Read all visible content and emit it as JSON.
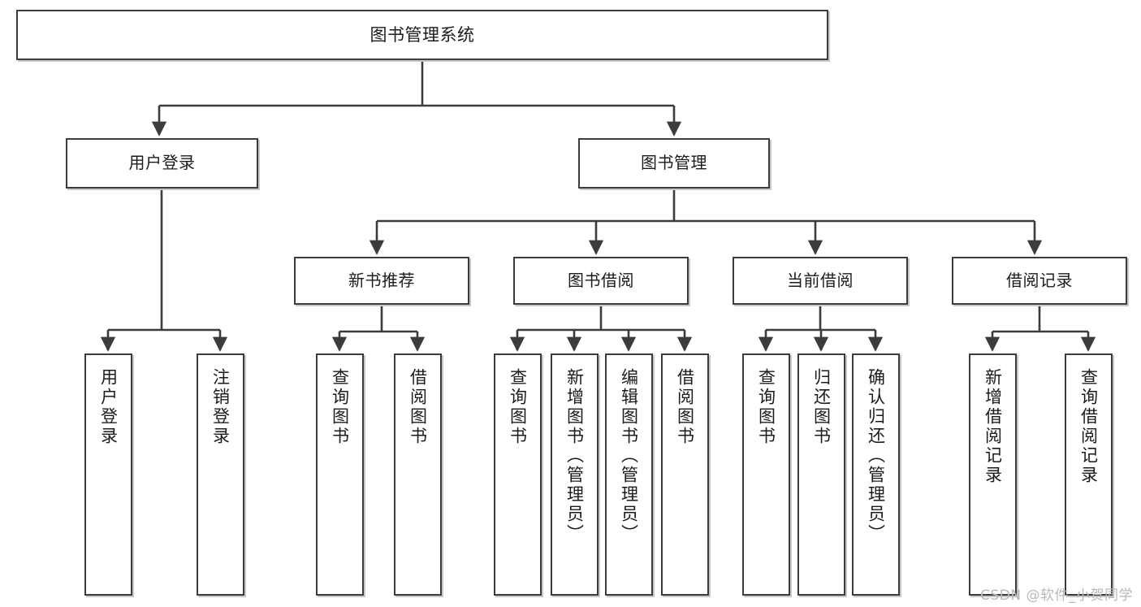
{
  "diagram": {
    "type": "tree",
    "title": "图书管理系统",
    "orientation": "top-down",
    "colors": {
      "background": "#ffffff",
      "node_border": "#3c3c3c",
      "node_fill": "#ffffff",
      "connector": "#3c3c3c",
      "text": "#1b1b1b",
      "watermark": "#b9b9b9"
    }
  },
  "root": {
    "label": "图书管理系统"
  },
  "tier1": [
    {
      "label": "用户登录"
    },
    {
      "label": "图书管理"
    }
  ],
  "tier2": [
    {
      "label": "新书推荐"
    },
    {
      "label": "图书借阅"
    },
    {
      "label": "当前借阅"
    },
    {
      "label": "借阅记录"
    }
  ],
  "leaves": {
    "user_login": [
      {
        "label": "用户登录"
      },
      {
        "label": "注销登录"
      }
    ],
    "new_book_recommend": [
      {
        "label": "查询图书"
      },
      {
        "label": "借阅图书"
      }
    ],
    "book_borrow": [
      {
        "label": "查询图书"
      },
      {
        "label": "新增图书（管理员）"
      },
      {
        "label": "编辑图书（管理员）"
      },
      {
        "label": "借阅图书"
      }
    ],
    "current_borrow": [
      {
        "label": "查询图书"
      },
      {
        "label": "归还图书"
      },
      {
        "label": "确认归还（管理员）"
      }
    ],
    "borrow_record": [
      {
        "label": "新增借阅记录"
      },
      {
        "label": "查询借阅记录"
      }
    ]
  },
  "watermark": {
    "text": "CSDN @软件_小贺同学"
  }
}
